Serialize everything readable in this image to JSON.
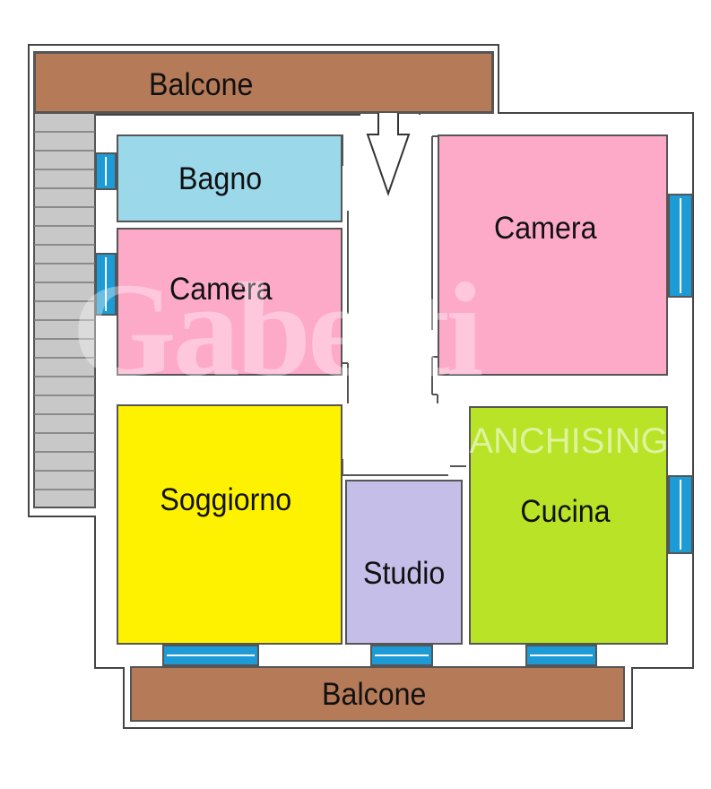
{
  "rooms": {
    "balcone_top": "Balcone",
    "bagno": "Bagno",
    "camera_left": "Camera",
    "camera_right": "Camera",
    "soggiorno": "Soggiorno",
    "studio": "Studio",
    "cucina": "Cucina",
    "balcone_bottom": "Balcone"
  },
  "watermark": {
    "brand": "Gabetti",
    "tagline": "FRANCHISING"
  },
  "colors": {
    "balcony": "#b57a58",
    "bagno": "#9ad8ea",
    "camera": "#fdaac8",
    "soggiorno": "#fff200",
    "studio": "#c5bee8",
    "cucina": "#b8e326",
    "window": "#1c9bd6",
    "wall": "#555555",
    "stairs": "#c8c8c8"
  }
}
